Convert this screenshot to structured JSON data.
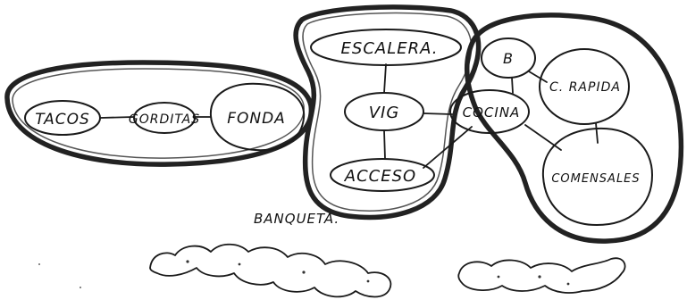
{
  "nodes": {
    "tacos": "TACOS",
    "gorditas": "GORDITAS",
    "fonda": "FONDA",
    "escalera": "ESCALERA.",
    "vig": "VIG",
    "acceso": "ACCESO",
    "cocina": "COCINA",
    "bodega": "B",
    "comida_rapida": "C. RAPIDA",
    "comensales": "COMENSALES"
  },
  "labels": {
    "banqueta": "BANQUETA."
  },
  "colors": {
    "ink": "#1a1a1a",
    "paper": "#ffffff"
  }
}
